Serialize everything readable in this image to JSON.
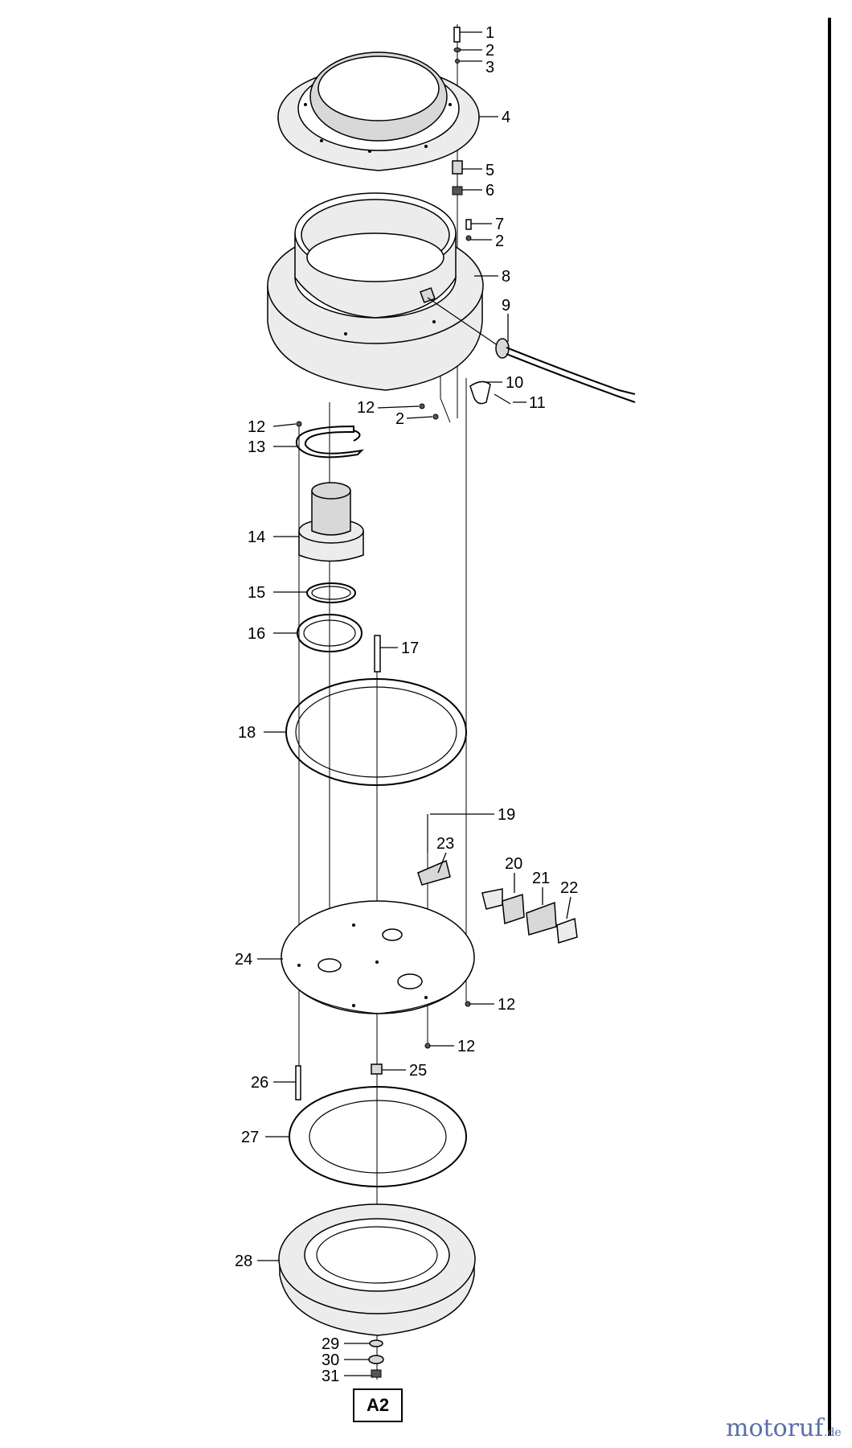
{
  "callouts": [
    {
      "id": "c1",
      "text": "1"
    },
    {
      "id": "c2a",
      "text": "2"
    },
    {
      "id": "c3",
      "text": "3"
    },
    {
      "id": "c4",
      "text": "4"
    },
    {
      "id": "c5",
      "text": "5"
    },
    {
      "id": "c6",
      "text": "6"
    },
    {
      "id": "c7",
      "text": "7"
    },
    {
      "id": "c2b",
      "text": "2"
    },
    {
      "id": "c8",
      "text": "8"
    },
    {
      "id": "c9",
      "text": "9"
    },
    {
      "id": "c10",
      "text": "10"
    },
    {
      "id": "c11",
      "text": "11"
    },
    {
      "id": "c12a",
      "text": "12"
    },
    {
      "id": "c2c",
      "text": "2"
    },
    {
      "id": "c12b",
      "text": "12"
    },
    {
      "id": "c13",
      "text": "13"
    },
    {
      "id": "c14",
      "text": "14"
    },
    {
      "id": "c15",
      "text": "15"
    },
    {
      "id": "c16",
      "text": "16"
    },
    {
      "id": "c17",
      "text": "17"
    },
    {
      "id": "c18",
      "text": "18"
    },
    {
      "id": "c19",
      "text": "19"
    },
    {
      "id": "c23",
      "text": "23"
    },
    {
      "id": "c20",
      "text": "20"
    },
    {
      "id": "c21",
      "text": "21"
    },
    {
      "id": "c22",
      "text": "22"
    },
    {
      "id": "c24",
      "text": "24"
    },
    {
      "id": "c12c",
      "text": "12"
    },
    {
      "id": "c12d",
      "text": "12"
    },
    {
      "id": "c26",
      "text": "26"
    },
    {
      "id": "c25",
      "text": "25"
    },
    {
      "id": "c27",
      "text": "27"
    },
    {
      "id": "c28",
      "text": "28"
    },
    {
      "id": "c29",
      "text": "29"
    },
    {
      "id": "c30",
      "text": "30"
    },
    {
      "id": "c31",
      "text": "31"
    }
  ],
  "reference_box": "A2",
  "watermark": {
    "brand": "motoruf",
    "suffix": ".de",
    "brand_color": "#5a6fa8",
    "accent_color": "#c8a040"
  }
}
